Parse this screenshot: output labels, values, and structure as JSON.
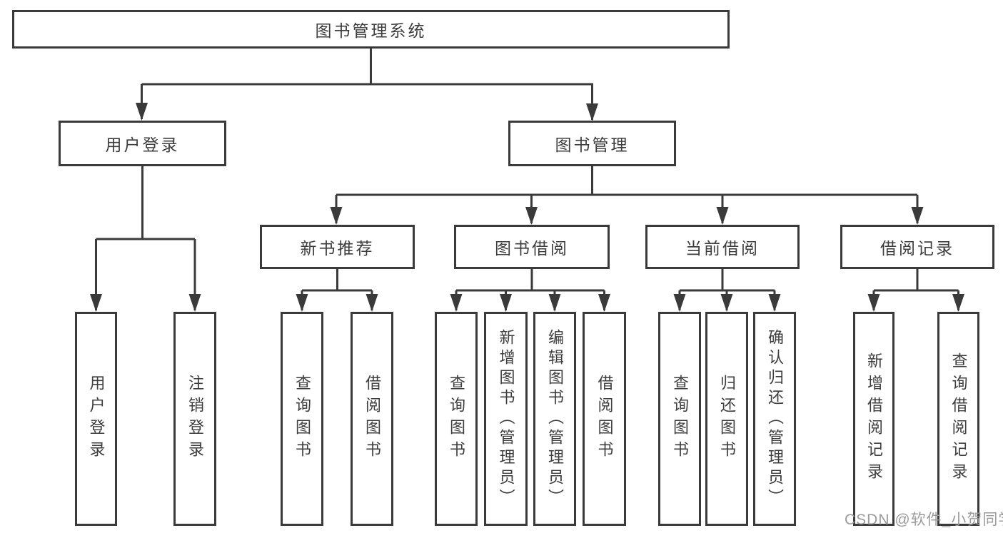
{
  "colors": {
    "line": "#3a3a3a",
    "box_border": "#3a3a3a",
    "box_background": "#ffffff",
    "text": "#3d3d3d",
    "watermark": "#9b9b9b",
    "page_background": "#ffffff"
  },
  "tree": {
    "root": {
      "label": "图书管理系统"
    },
    "children": [
      {
        "label": "用户登录",
        "children": [
          {
            "label": "用户登录"
          },
          {
            "label": "注销登录"
          }
        ]
      },
      {
        "label": "图书管理",
        "children": [
          {
            "label": "新书推荐",
            "children": [
              {
                "label": "查询图书"
              },
              {
                "label": "借阅图书"
              }
            ]
          },
          {
            "label": "图书借阅",
            "children": [
              {
                "label": "查询图书"
              },
              {
                "label": "新增图书（管理员）"
              },
              {
                "label": "编辑图书（管理员）"
              },
              {
                "label": "借阅图书"
              }
            ]
          },
          {
            "label": "当前借阅",
            "children": [
              {
                "label": "查询图书"
              },
              {
                "label": "归还图书"
              },
              {
                "label": "确认归还（管理员）"
              }
            ]
          },
          {
            "label": "借阅记录",
            "children": [
              {
                "label": "新增借阅记录"
              },
              {
                "label": "查询借阅记录"
              }
            ]
          }
        ]
      }
    ]
  },
  "watermark": {
    "text": "CSDN @软件_小贺同学"
  }
}
